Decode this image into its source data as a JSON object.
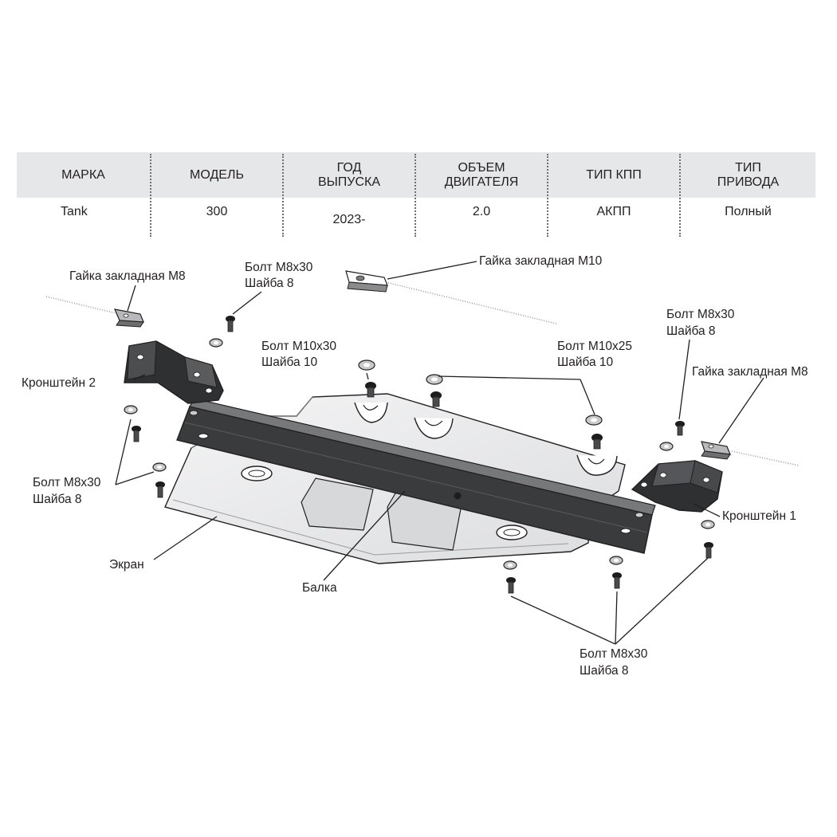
{
  "table": {
    "headers": [
      "МАРКА",
      "МОДЕЛЬ",
      "ГОД\nВЫПУСКА",
      "ОБЪЕМ\nДВИГАТЕЛЯ",
      "ТИП КПП",
      "ТИП\nПРИВОДА"
    ],
    "values": [
      "Tank",
      "300",
      "2023-",
      "2.0",
      "АКПП",
      "Полный"
    ]
  },
  "labels": {
    "nut_m8_left": "Гайка закладная М8",
    "bolt_m8_top_left": [
      "Болт М8х30",
      "Шайба 8"
    ],
    "nut_m10": "Гайка закладная М10",
    "bolt_m8_top_right": [
      "Болт М8х30",
      "Шайба 8"
    ],
    "nut_m8_right": "Гайка закладная М8",
    "bolt_m10x30": [
      "Болт М10х30",
      "Шайба 10"
    ],
    "bolt_m10x25": [
      "Болт М10х25",
      "Шайба 10"
    ],
    "bracket_2": "Кронштейн 2",
    "bracket_1": "Кронштейн 1",
    "bolt_m8_left": [
      "Болт М8х30",
      "Шайба 8"
    ],
    "screen": "Экран",
    "beam": "Балка",
    "bolt_m8_bottom": [
      "Болт М8х30",
      "Шайба 8"
    ]
  },
  "colors": {
    "header_band": "#e6e7e8",
    "plate_fill": "#e9eaeb",
    "beam_fill": "#3a3b3d",
    "bracket_fill": "#2f3032",
    "line": "#231f20"
  }
}
